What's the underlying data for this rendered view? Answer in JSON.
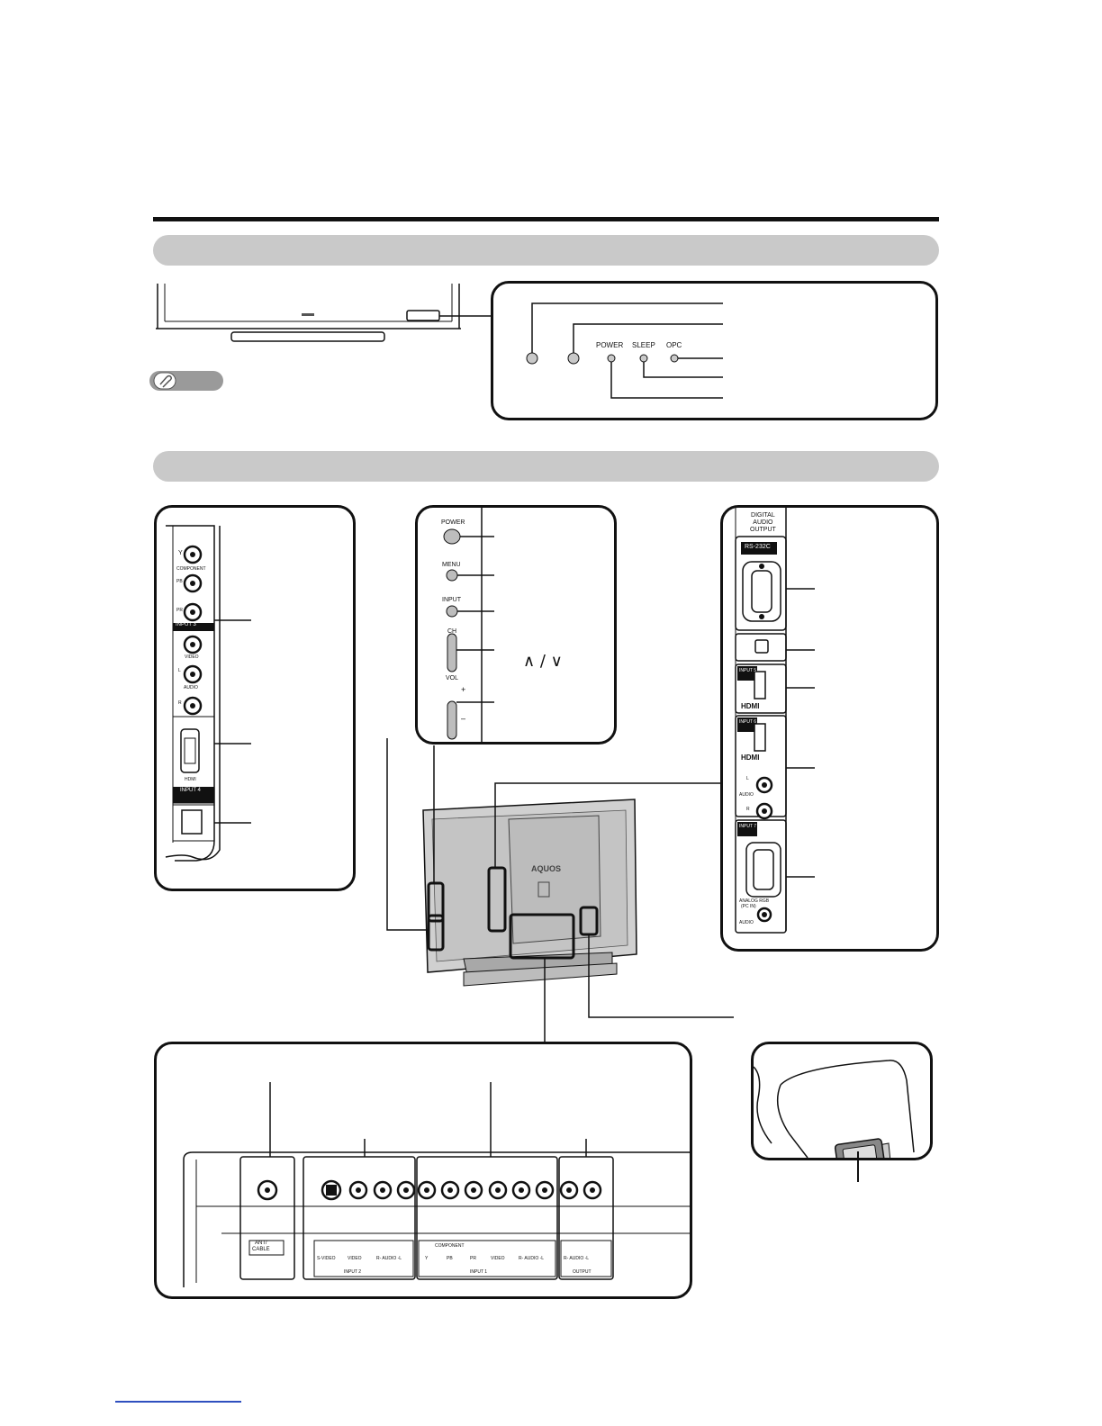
{
  "front_panel": {
    "indicator_labels": {
      "power": "POWER",
      "sleep": "SLEEP",
      "opc": "OPC"
    }
  },
  "side_panel": {
    "labels": {
      "power": "POWER",
      "menu": "MENU",
      "input": "INPUT",
      "ch": "CH",
      "vol": "VOL",
      "plus": "+",
      "minus": "–",
      "ch_symbols": "∧ / ∨"
    }
  },
  "left_terminals": {
    "labels": {
      "y": "Y",
      "component": "COMPONENT",
      "pb": "PB",
      "pr": "PR",
      "input3": "INPUT 3",
      "video": "VIDEO",
      "l": "L",
      "audio": "AUDIO",
      "r": "R",
      "hdmi": "HDMI",
      "input4": "INPUT 4"
    }
  },
  "right_terminals": {
    "labels": {
      "digital_audio_output": [
        "DIGITAL",
        "AUDIO",
        "OUTPUT"
      ],
      "rs232c": "RS-232C",
      "input5": "INPUT 5",
      "input6": "INPUT 6",
      "hdmi_logo": "HDMI",
      "l": "L",
      "audio": "AUDIO",
      "r": "R",
      "input7": "INPUT 7",
      "analog_rgb": "ANALOG RGB",
      "pc_in": "(PC IN)",
      "audio2": "AUDIO"
    }
  },
  "tv_back": {
    "brand": "AQUOS"
  },
  "bottom_terminals": {
    "labels": {
      "ant_cable": [
        "ANT/",
        "CABLE"
      ],
      "s_video": "S-VIDEO",
      "video": "VIDEO",
      "r_audio_l": "R- AUDIO -L",
      "component": "COMPONENT",
      "y": "Y",
      "pb": "PB",
      "pr": "PR",
      "video2": "VIDEO",
      "r_audio_l2": "R- AUDIO -L",
      "r_audio_l3": "R- AUDIO -L",
      "input2": "INPUT 2",
      "input1": "INPUT 1",
      "output": "OUTPUT"
    }
  }
}
